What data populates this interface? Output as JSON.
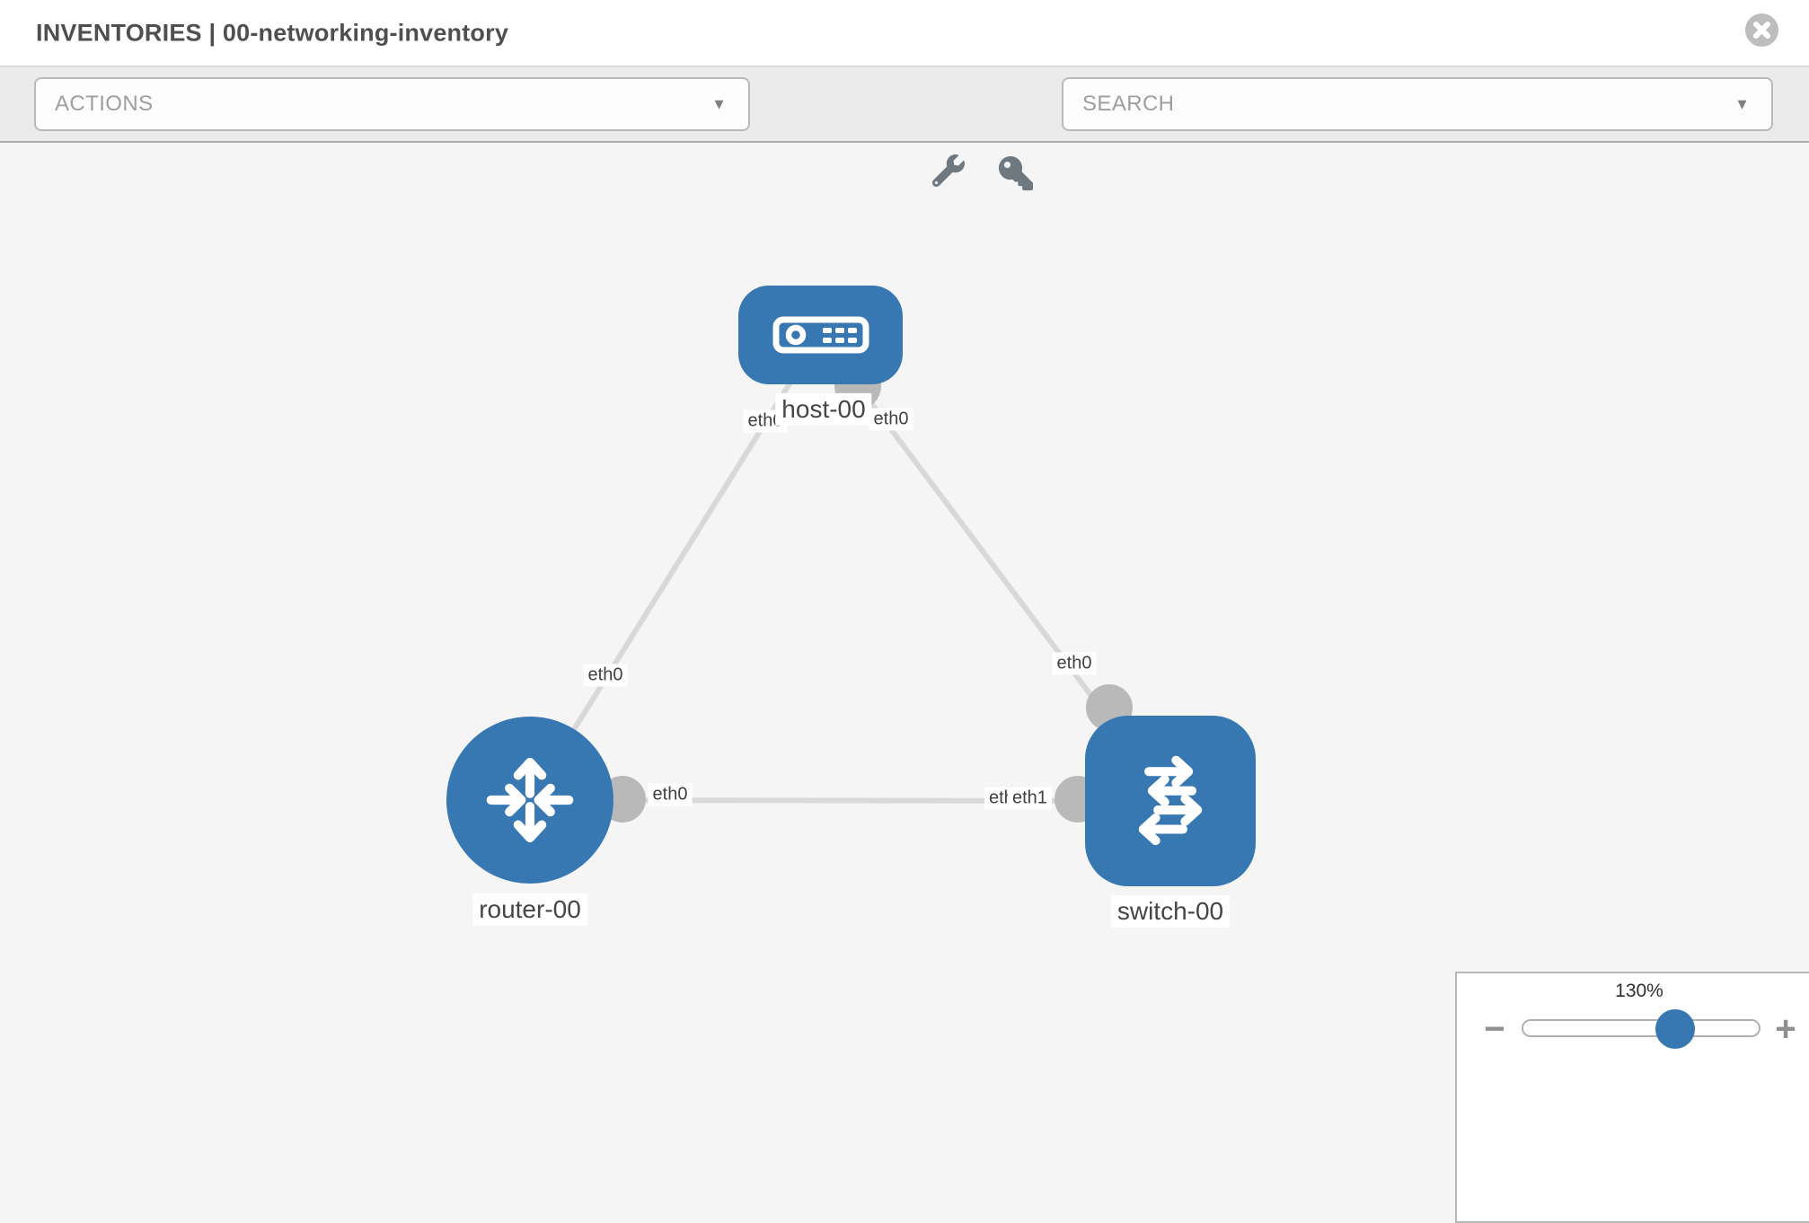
{
  "header": {
    "title": "INVENTORIES | 00-networking-inventory"
  },
  "toolbar": {
    "actions_label": "ACTIONS",
    "search_label": "SEARCH",
    "icons": [
      "wrench-icon",
      "key-icon"
    ]
  },
  "topology": {
    "nodes": [
      {
        "name": "host-00",
        "type": "host"
      },
      {
        "name": "router-00",
        "type": "router"
      },
      {
        "name": "switch-00",
        "type": "switch"
      }
    ],
    "links": [
      {
        "from": "host-00",
        "to": "router-00",
        "from_label": "eth0",
        "to_label": "eth0"
      },
      {
        "from": "host-00",
        "to": "switch-00",
        "from_label": "eth0",
        "to_label": "eth0"
      },
      {
        "from": "router-00",
        "to": "switch-00",
        "from_label": "eth0",
        "to_label_back": "eth0",
        "to_label_front": "eth1"
      }
    ]
  },
  "zoom_control": {
    "level": "130%",
    "minus_glyph": "−",
    "plus_glyph": "+"
  },
  "colors": {
    "node_blue": "#3778b2",
    "link_gray": "#d8d8d8",
    "interface_gray": "#b9b9b9",
    "toolbar_bg": "#ebebeb",
    "canvas_bg": "#f5f5f5"
  }
}
